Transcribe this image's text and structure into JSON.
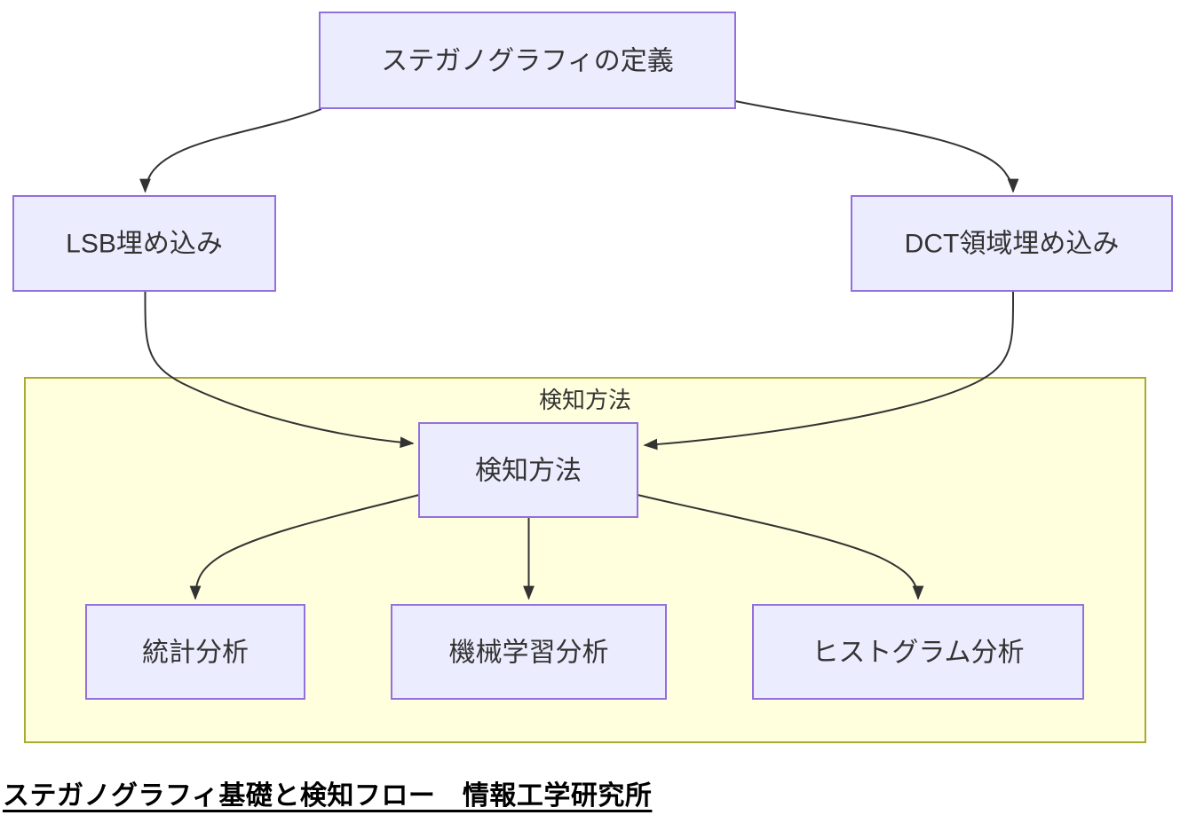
{
  "diagram": {
    "type": "flowchart-top-down",
    "colors": {
      "node_fill": "#ECECFF",
      "node_border": "#9370DB",
      "cluster_fill": "#FFFFDE",
      "cluster_border": "#AAAA33",
      "edge_color": "#333333",
      "text_color": "#333333",
      "background": "#FFFFFF"
    },
    "nodes": [
      {
        "id": "root",
        "label": "ステガノグラフィの定義"
      },
      {
        "id": "lsb",
        "label": "LSB埋め込み"
      },
      {
        "id": "dct",
        "label": "DCT領域埋め込み"
      },
      {
        "id": "detect",
        "label": "検知方法"
      },
      {
        "id": "stat",
        "label": "統計分析"
      },
      {
        "id": "ml",
        "label": "機械学習分析"
      },
      {
        "id": "hist",
        "label": "ヒストグラム分析"
      }
    ],
    "cluster": {
      "label": "検知方法",
      "contains": [
        "検知方法",
        "統計分析",
        "機械学習分析",
        "ヒストグラム分析"
      ]
    },
    "edges": [
      {
        "from": "ステガノグラフィの定義",
        "to": "LSB埋め込み"
      },
      {
        "from": "ステガノグラフィの定義",
        "to": "DCT領域埋め込み"
      },
      {
        "from": "LSB埋め込み",
        "to": "検知方法"
      },
      {
        "from": "DCT領域埋め込み",
        "to": "検知方法"
      },
      {
        "from": "検知方法",
        "to": "統計分析"
      },
      {
        "from": "検知方法",
        "to": "機械学習分析"
      },
      {
        "from": "検知方法",
        "to": "ヒストグラム分析"
      }
    ],
    "caption": "ステガノグラフィ基礎と検知フロー　情報工学研究所"
  }
}
